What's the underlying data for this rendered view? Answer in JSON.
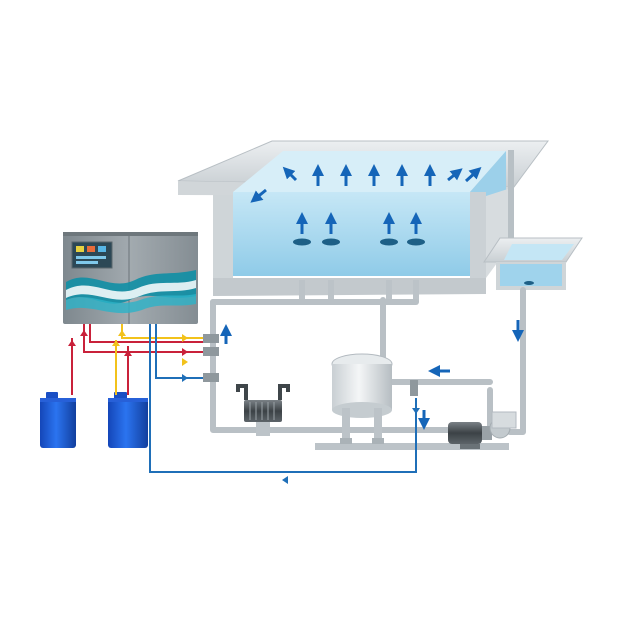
{
  "controller": {
    "brand_text": "",
    "display": "status-display"
  },
  "components": [
    {
      "name": "swimming-pool",
      "label": ""
    },
    {
      "name": "overflow-balance-tank",
      "label": ""
    },
    {
      "name": "dosing-controller",
      "label": ""
    },
    {
      "name": "chemical-canister-1",
      "label": ""
    },
    {
      "name": "chemical-canister-2",
      "label": ""
    },
    {
      "name": "heat-exchanger",
      "label": ""
    },
    {
      "name": "sand-filter",
      "label": ""
    },
    {
      "name": "circulation-pump",
      "label": ""
    }
  ],
  "colors": {
    "water": "#a9d8ee",
    "water_dark": "#7fc3e4",
    "pipe": "#b9c0c5",
    "flow_arrow": "#1565b8",
    "acid_line": "#c9213a",
    "chlorine_line": "#f2c21b",
    "sample_line": "#1f6fb8",
    "canister": "#1e5fe0",
    "controller": "#8d969c",
    "concrete": "#dde2e5"
  },
  "icons": [
    "flow-arrow-icon",
    "injection-arrow-icon",
    "inlet-nozzle-icon"
  ]
}
